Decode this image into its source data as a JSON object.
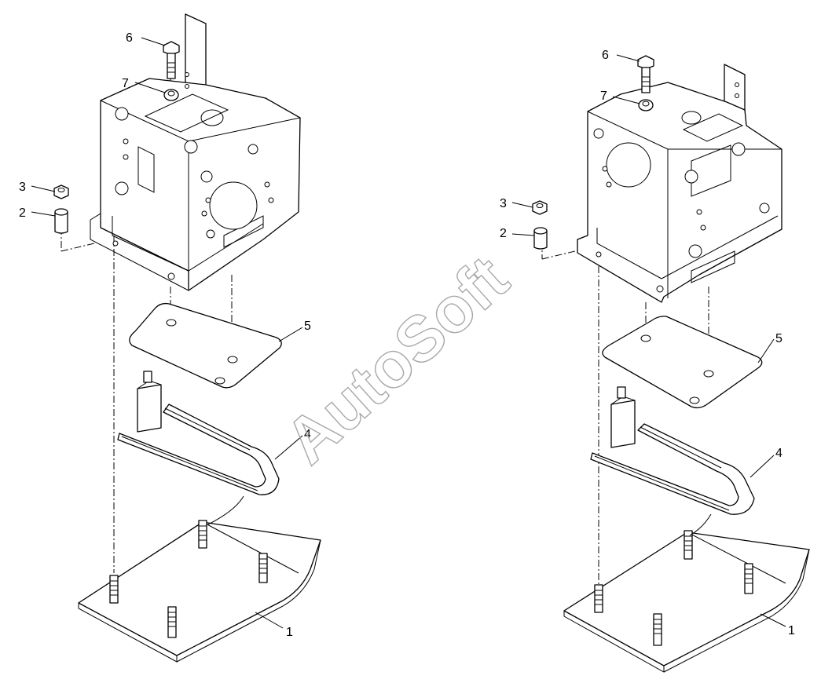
{
  "diagram": {
    "watermark": "AutoSoft",
    "left_view": {
      "callouts": [
        {
          "id": "callout-6",
          "label": "6"
        },
        {
          "id": "callout-7",
          "label": "7"
        },
        {
          "id": "callout-3",
          "label": "3"
        },
        {
          "id": "callout-2",
          "label": "2"
        },
        {
          "id": "callout-5",
          "label": "5"
        },
        {
          "id": "callout-4",
          "label": "4"
        },
        {
          "id": "callout-1",
          "label": "1"
        }
      ]
    },
    "right_view": {
      "callouts": [
        {
          "id": "callout-6",
          "label": "6"
        },
        {
          "id": "callout-7",
          "label": "7"
        },
        {
          "id": "callout-3",
          "label": "3"
        },
        {
          "id": "callout-2",
          "label": "2"
        },
        {
          "id": "callout-5",
          "label": "5"
        },
        {
          "id": "callout-4",
          "label": "4"
        },
        {
          "id": "callout-1",
          "label": "1"
        }
      ]
    },
    "colors": {
      "line": "#000000",
      "background": "#ffffff",
      "watermark": "#a9a9a9"
    }
  }
}
